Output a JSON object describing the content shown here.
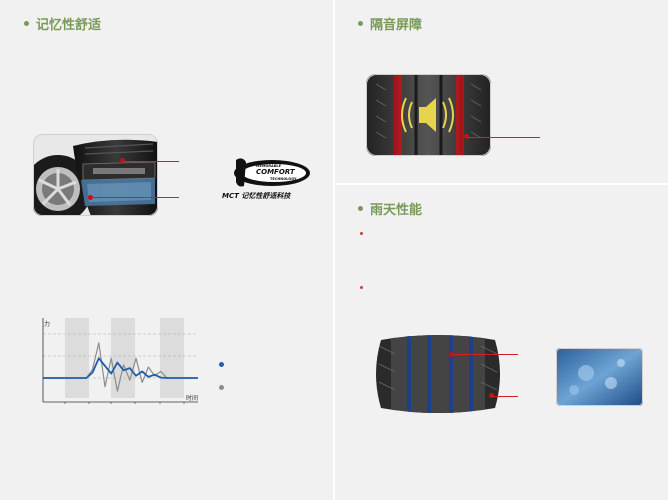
{
  "sections": {
    "memory_comfort": {
      "title": "记忆性舒适"
    },
    "sound_barrier": {
      "title": "隔音屏障"
    },
    "wet_performance": {
      "title": "雨天性能"
    }
  },
  "mct_logo": {
    "line1": "MEMORABLE",
    "line2": "COMFORT",
    "line3": "TECHNOLOGY",
    "caption": "MCT 记忆性舒适科技"
  },
  "chart_data": {
    "type": "line",
    "ylabel": "力",
    "xlabel": "时间",
    "series": [
      {
        "color": "#1f5fa8",
        "values": [
          0,
          0,
          0,
          0,
          0,
          0,
          0,
          0,
          0.25,
          0.9,
          0.55,
          0.2,
          0.7,
          0.35,
          0.45,
          0.1,
          0.3,
          0.05,
          0.15,
          0.02,
          0,
          0,
          0,
          0,
          0,
          0
        ]
      },
      {
        "color": "#8c8c8c",
        "values": [
          0,
          0,
          0,
          0,
          0,
          0,
          0,
          0,
          0.4,
          1.6,
          -0.4,
          0.9,
          -0.6,
          0.6,
          -0.1,
          0.9,
          -0.2,
          0.5,
          0.1,
          0.3,
          0,
          0,
          0,
          0,
          0,
          0
        ]
      }
    ]
  },
  "colors": {
    "accent_green": "#7a9a5a",
    "marker_red": "#d22020",
    "series_blue": "#1f5fa8",
    "series_gray": "#8c8c8c"
  }
}
